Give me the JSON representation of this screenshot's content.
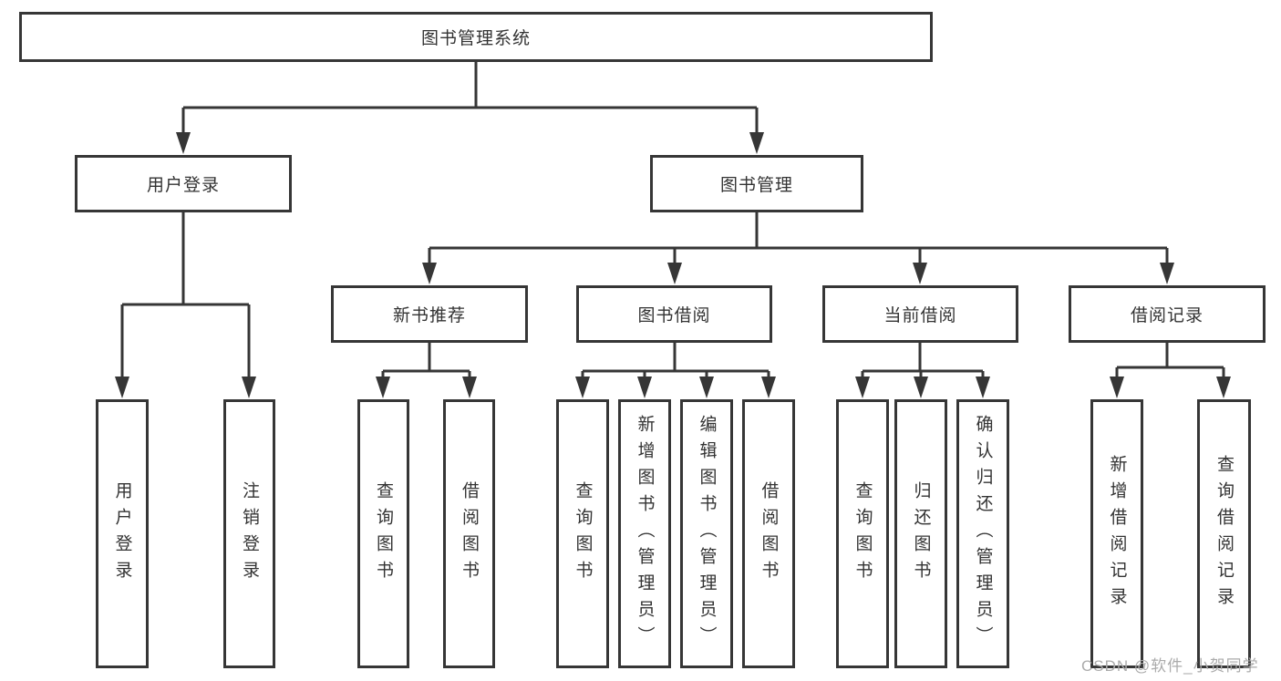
{
  "tree": {
    "root": {
      "label": "图书管理系统"
    },
    "branches": [
      {
        "label": "用户登录",
        "children": [
          "用户登录",
          "注销登录"
        ]
      },
      {
        "label": "图书管理",
        "sections": [
          {
            "label": "新书推荐",
            "children": [
              "查询图书",
              "借阅图书"
            ]
          },
          {
            "label": "图书借阅",
            "children": [
              "查询图书",
              "新增图书（管理员）",
              "编辑图书（管理员）",
              "借阅图书"
            ]
          },
          {
            "label": "当前借阅",
            "children": [
              "查询图书",
              "归还图书",
              "确认归还（管理员）"
            ]
          },
          {
            "label": "借阅记录",
            "children": [
              "新增借阅记录",
              "查询借阅记录"
            ]
          }
        ]
      }
    ]
  },
  "watermark": {
    "text": "CSDN @软件_小贺同学"
  },
  "colors": {
    "line": "#363636",
    "text": "#333333",
    "watermark": "#ababab",
    "background": "#ffffff"
  }
}
